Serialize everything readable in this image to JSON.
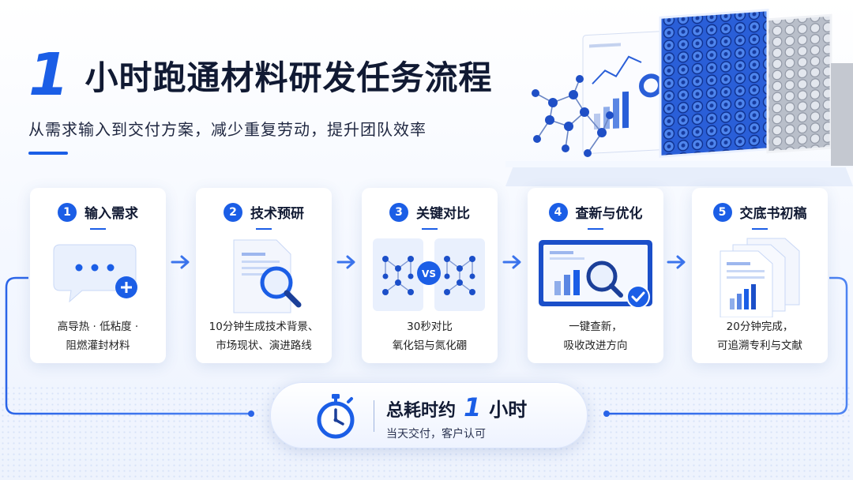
{
  "header": {
    "title_number": "1",
    "title_text": "小时跑通材料研发任务流程",
    "subtitle": "从需求输入到交付方案，减少重复劳动，提升团队效率"
  },
  "steps": [
    {
      "number": "1",
      "title": "输入需求",
      "desc_line1": "高导热 · 低粘度 ·",
      "desc_line2": "阻燃灌封材料",
      "icon": "chat-bubble-plus-icon"
    },
    {
      "number": "2",
      "title": "技术预研",
      "desc_line1": "10分钟生成技术背景、",
      "desc_line2": "市场现状、演进路线",
      "icon": "document-magnifier-icon"
    },
    {
      "number": "3",
      "title": "关键对比",
      "desc_line1": "30秒对比",
      "desc_line2": "氧化铝与氮化硼",
      "icon": "molecule-compare-icon",
      "vs_label": "VS"
    },
    {
      "number": "4",
      "title": "查新与优化",
      "desc_line1": "一键查新，",
      "desc_line2": "吸收改进方向",
      "icon": "monitor-search-check-icon"
    },
    {
      "number": "5",
      "title": "交底书初稿",
      "desc_line1": "20分钟完成，",
      "desc_line2": "可追溯专利与文献",
      "icon": "documents-chart-icon"
    }
  ],
  "summary": {
    "label": "总耗时约",
    "value": "1",
    "unit": "小时",
    "note": "当天交付，客户认可",
    "icon": "stopwatch-icon"
  },
  "colors": {
    "accent": "#1b5ee6",
    "text": "#111a33"
  }
}
